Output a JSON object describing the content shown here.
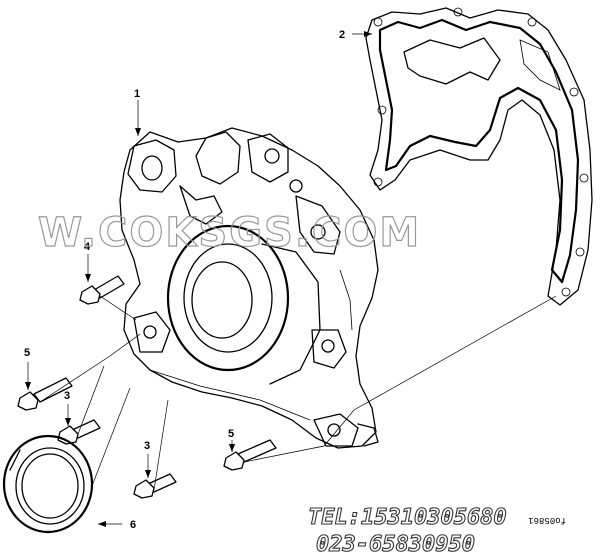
{
  "callouts": [
    {
      "id": "1",
      "label": "1"
    },
    {
      "id": "2",
      "label": "2"
    },
    {
      "id": "3a",
      "label": "3"
    },
    {
      "id": "3b",
      "label": "3"
    },
    {
      "id": "4",
      "label": "4"
    },
    {
      "id": "5a",
      "label": "5"
    },
    {
      "id": "5b",
      "label": "5"
    },
    {
      "id": "6",
      "label": "6"
    }
  ],
  "watermark": "W.COKSGS.COM",
  "contact": {
    "tel": "TEL:15310305680",
    "phone": "023-65830950"
  },
  "drawing_code": "fo05861"
}
